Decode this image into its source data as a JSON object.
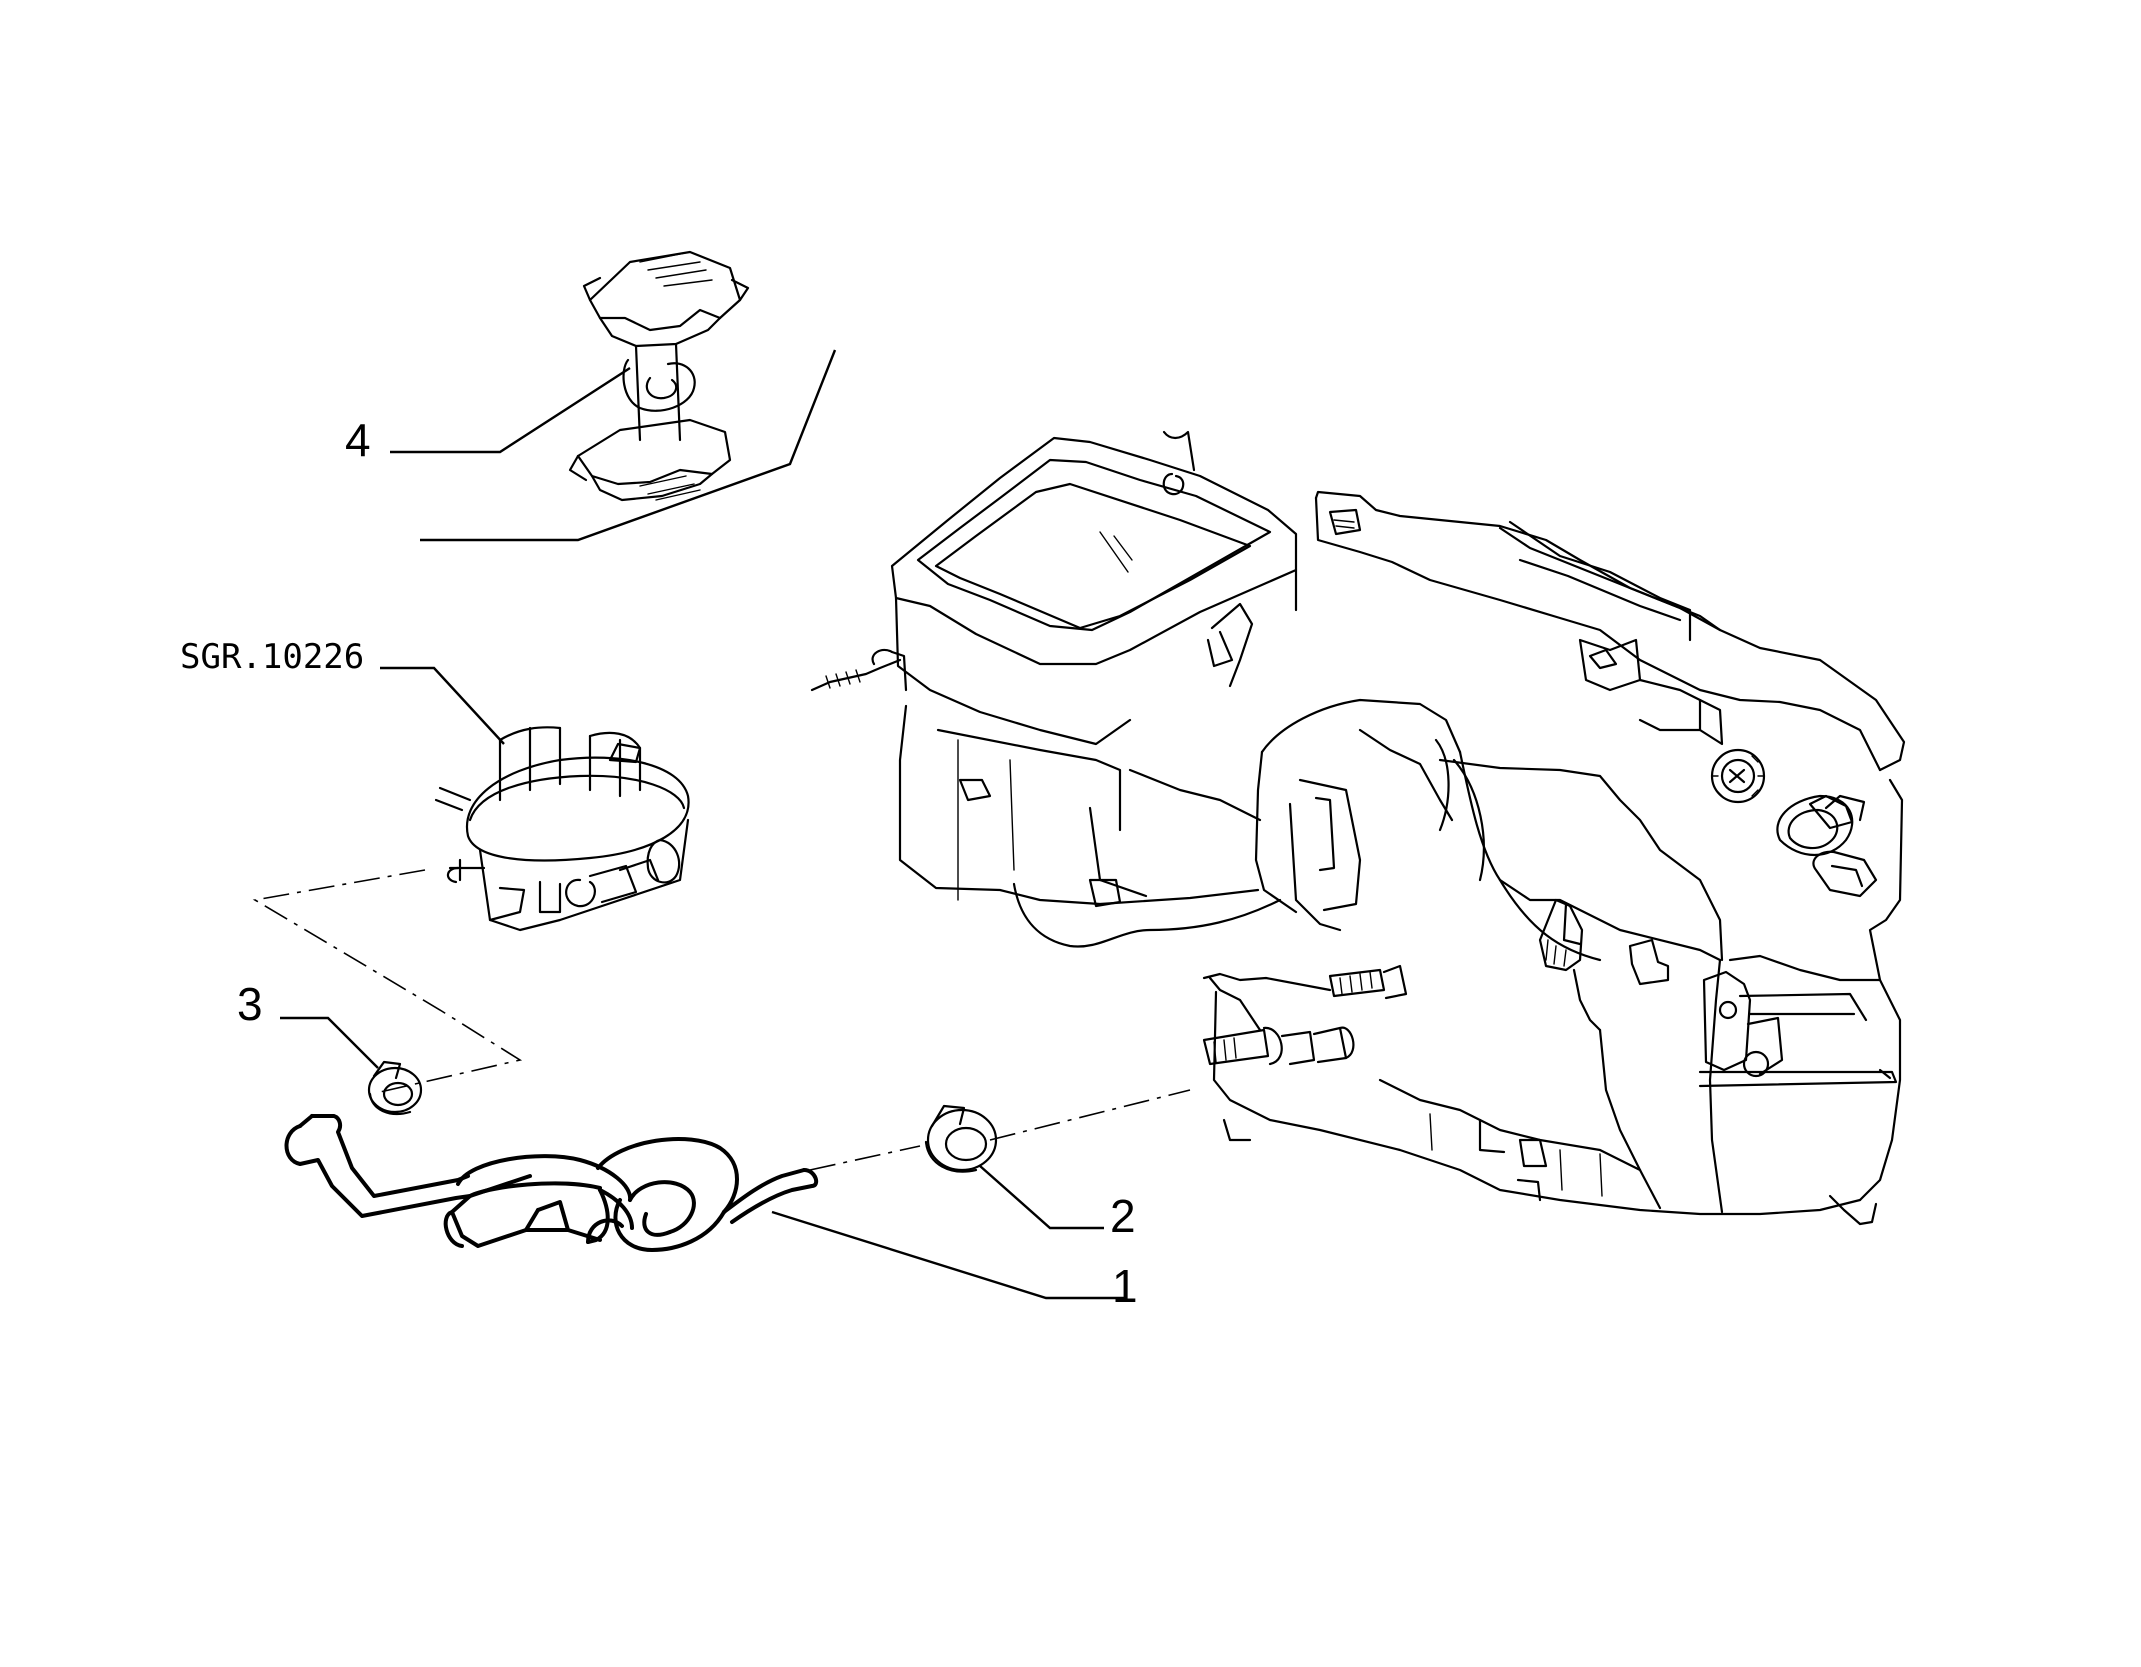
{
  "diagram": {
    "reference_code": "SGR.10226",
    "callouts": [
      {
        "id": "1",
        "label": "1"
      },
      {
        "id": "2",
        "label": "2"
      },
      {
        "id": "3",
        "label": "3"
      },
      {
        "id": "4",
        "label": "4"
      }
    ],
    "colors": {
      "line": "#000000",
      "background": "#ffffff"
    }
  }
}
